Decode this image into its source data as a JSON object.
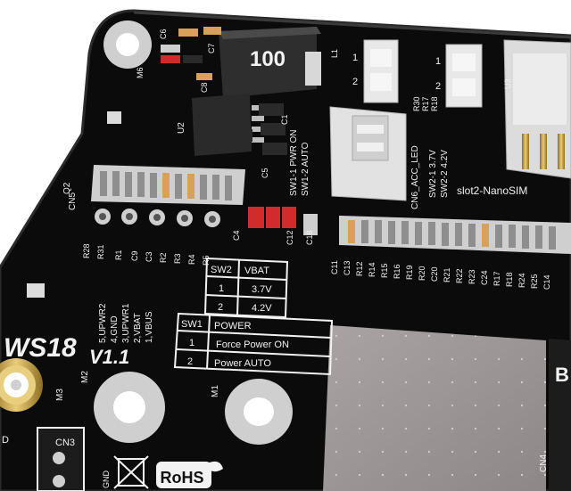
{
  "board": {
    "model": "WS18",
    "version": "V1.1",
    "inductor_value": "100",
    "slot_label": "slot2-NanoSIM",
    "rohs": "RoHS"
  },
  "sw2_table": {
    "headers": [
      "SW2",
      "VBAT"
    ],
    "rows": [
      [
        "1",
        "3.7V"
      ],
      [
        "2",
        "4.2V"
      ]
    ]
  },
  "sw1_table": {
    "headers": [
      "SW1",
      "POWER"
    ],
    "rows": [
      [
        "1",
        "Force Power ON"
      ],
      [
        "2",
        "Power AUTO"
      ]
    ]
  },
  "sw1_notes": [
    "SW1-1 PWR ON",
    "SW1-2 AUTO"
  ],
  "sw2_notes": [
    "SW2-1 3.7V",
    "SW2-2 4.2V"
  ],
  "connector_label": "CN6_ACC_LED",
  "cn5_pins": [
    "5,UPWR2",
    "4,GND",
    "3,UPWR1",
    "2,VBAT",
    "1,VBUS"
  ],
  "labels": {
    "cn5": "CN5",
    "cn3": "CN3",
    "cn4": "CN4",
    "gnd": "GND",
    "m1": "M1",
    "m2": "M2",
    "m3": "M3",
    "m6": "M6",
    "u2": "U2",
    "q2": "Q2",
    "l1": "L1",
    "c6": "C6",
    "c7": "C7",
    "c8": "C8",
    "r17": "R17",
    "r18": "R18",
    "r30": "R30",
    "c1": "C1",
    "c5": "C5",
    "c4": "C4",
    "c12": "C12",
    "c18": "C18",
    "u3": "U3",
    "sw_num_1": "1",
    "sw_num_2": "2",
    "edge_b": "B",
    "edge_d": "D"
  },
  "lower_resistors": [
    "R28",
    "R31",
    "R1",
    "C9",
    "C3",
    "R2",
    "R3",
    "R4",
    "R5"
  ],
  "right_resistors": [
    "C11",
    "C13",
    "R12",
    "R14",
    "R15",
    "R16",
    "R19",
    "R20",
    "C20",
    "R21",
    "R22",
    "R23",
    "C24",
    "R17",
    "R18",
    "R24",
    "R25",
    "C14"
  ],
  "colors": {
    "pcb": "#0b0b0b",
    "silkscreen": "#f2f2f2",
    "copper_pad": "#c9c9c9",
    "capacitor": "#d9a05a",
    "red_cap": "#d22b2b",
    "gold": "#c8a24a",
    "module": "#9a9494",
    "connector": "#e6e6e6"
  },
  "icons": [
    "mounting-hole-icon",
    "weee-bin-icon",
    "rohs-leaf-icon"
  ]
}
